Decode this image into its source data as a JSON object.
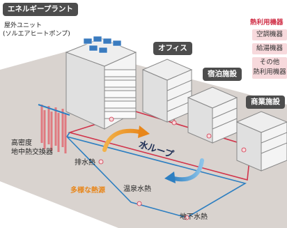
{
  "labels": {
    "energy_plant": "エネルギープラント",
    "outdoor_unit_line1": "屋外ユニット",
    "outdoor_unit_line2": "(ソルエアヒートポンプ)",
    "office": "オフィス",
    "lodging": "宿泊施設",
    "commercial": "商業施設",
    "geo_line1": "高密度",
    "geo_line2": "地中熱交換器",
    "waste_heat": "排水熱",
    "hot_spring": "温泉水熱",
    "groundwater": "地下水熱",
    "diverse_sources": "多様な熱源",
    "water_loop": "水ループ"
  },
  "heat_equipment": {
    "title": "熱利用機器",
    "items": [
      "空調機器",
      "給湯機器",
      "その他\n熱利用機器"
    ]
  },
  "colors": {
    "ground": "#d9d3cf",
    "label_dark": "#4d4d4d",
    "accent_red": "#d1334a",
    "accent_orange": "#e8861a",
    "loop_blue": "#2e7fc1",
    "pink_box": "#f7d9dc"
  }
}
